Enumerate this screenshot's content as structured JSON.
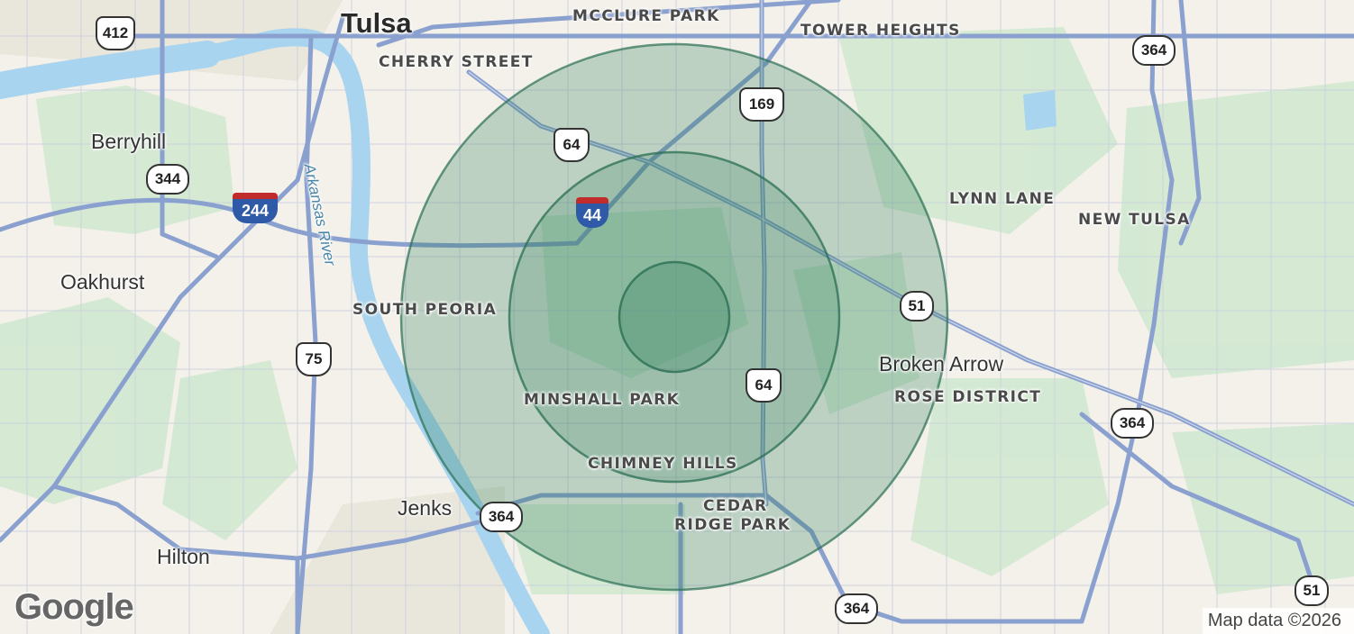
{
  "map": {
    "place_labels": [
      {
        "id": "tulsa",
        "text": "Tulsa",
        "kind": "city-big"
      },
      {
        "id": "berryhill",
        "text": "Berryhill",
        "kind": "city"
      },
      {
        "id": "oakhurst",
        "text": "Oakhurst",
        "kind": "city"
      },
      {
        "id": "jenks",
        "text": "Jenks",
        "kind": "city"
      },
      {
        "id": "hilton",
        "text": "Hilton",
        "kind": "city"
      },
      {
        "id": "broken-arrow",
        "text": "Broken Arrow",
        "kind": "city"
      },
      {
        "id": "mcclure-park",
        "text": "MCCLURE PARK",
        "kind": "hood"
      },
      {
        "id": "tower-heights",
        "text": "TOWER HEIGHTS",
        "kind": "hood"
      },
      {
        "id": "cherry-street",
        "text": "CHERRY STREET",
        "kind": "hood"
      },
      {
        "id": "lynn-lane",
        "text": "LYNN LANE",
        "kind": "hood"
      },
      {
        "id": "new-tulsa",
        "text": "NEW TULSA",
        "kind": "hood"
      },
      {
        "id": "south-peoria",
        "text": "SOUTH PEORIA",
        "kind": "hood"
      },
      {
        "id": "minshall-park",
        "text": "MINSHALL PARK",
        "kind": "hood"
      },
      {
        "id": "rose-district",
        "text": "ROSE DISTRICT",
        "kind": "hood"
      },
      {
        "id": "chimney-hills",
        "text": "CHIMNEY HILLS",
        "kind": "hood"
      },
      {
        "id": "cedar-ridge-park-1",
        "text": "CEDAR",
        "kind": "hood"
      },
      {
        "id": "cedar-ridge-park-2",
        "text": "RIDGE PARK",
        "kind": "hood"
      },
      {
        "id": "arkansas-river",
        "text": "Arkansas River",
        "kind": "river"
      }
    ],
    "route_shields": [
      {
        "id": "us-412",
        "text": "412",
        "type": "us"
      },
      {
        "id": "state-364-ne",
        "text": "364",
        "type": "state"
      },
      {
        "id": "us-169",
        "text": "169",
        "type": "us"
      },
      {
        "id": "us-64-north",
        "text": "64",
        "type": "us"
      },
      {
        "id": "state-344",
        "text": "344",
        "type": "state"
      },
      {
        "id": "i-244",
        "text": "244",
        "type": "interstate"
      },
      {
        "id": "i-44",
        "text": "44",
        "type": "interstate"
      },
      {
        "id": "state-51",
        "text": "51",
        "type": "state-small"
      },
      {
        "id": "us-75",
        "text": "75",
        "type": "us"
      },
      {
        "id": "us-64-south",
        "text": "64",
        "type": "us"
      },
      {
        "id": "state-364-east",
        "text": "364",
        "type": "state"
      },
      {
        "id": "state-364-jenks",
        "text": "364",
        "type": "state"
      },
      {
        "id": "state-364-south",
        "text": "364",
        "type": "state"
      },
      {
        "id": "state-51-se",
        "text": "51",
        "type": "state-small"
      }
    ],
    "radius_rings": {
      "count": 3,
      "fill_color": "#2e7d5b",
      "stroke_color": "#2a6e52"
    },
    "colors": {
      "water": "#a8d4ef",
      "highway": "#8aa0cf",
      "park": "#c8e6c9",
      "land": "#f3f1ea"
    },
    "logo_text": "Google",
    "attribution": "Map data ©2026"
  }
}
